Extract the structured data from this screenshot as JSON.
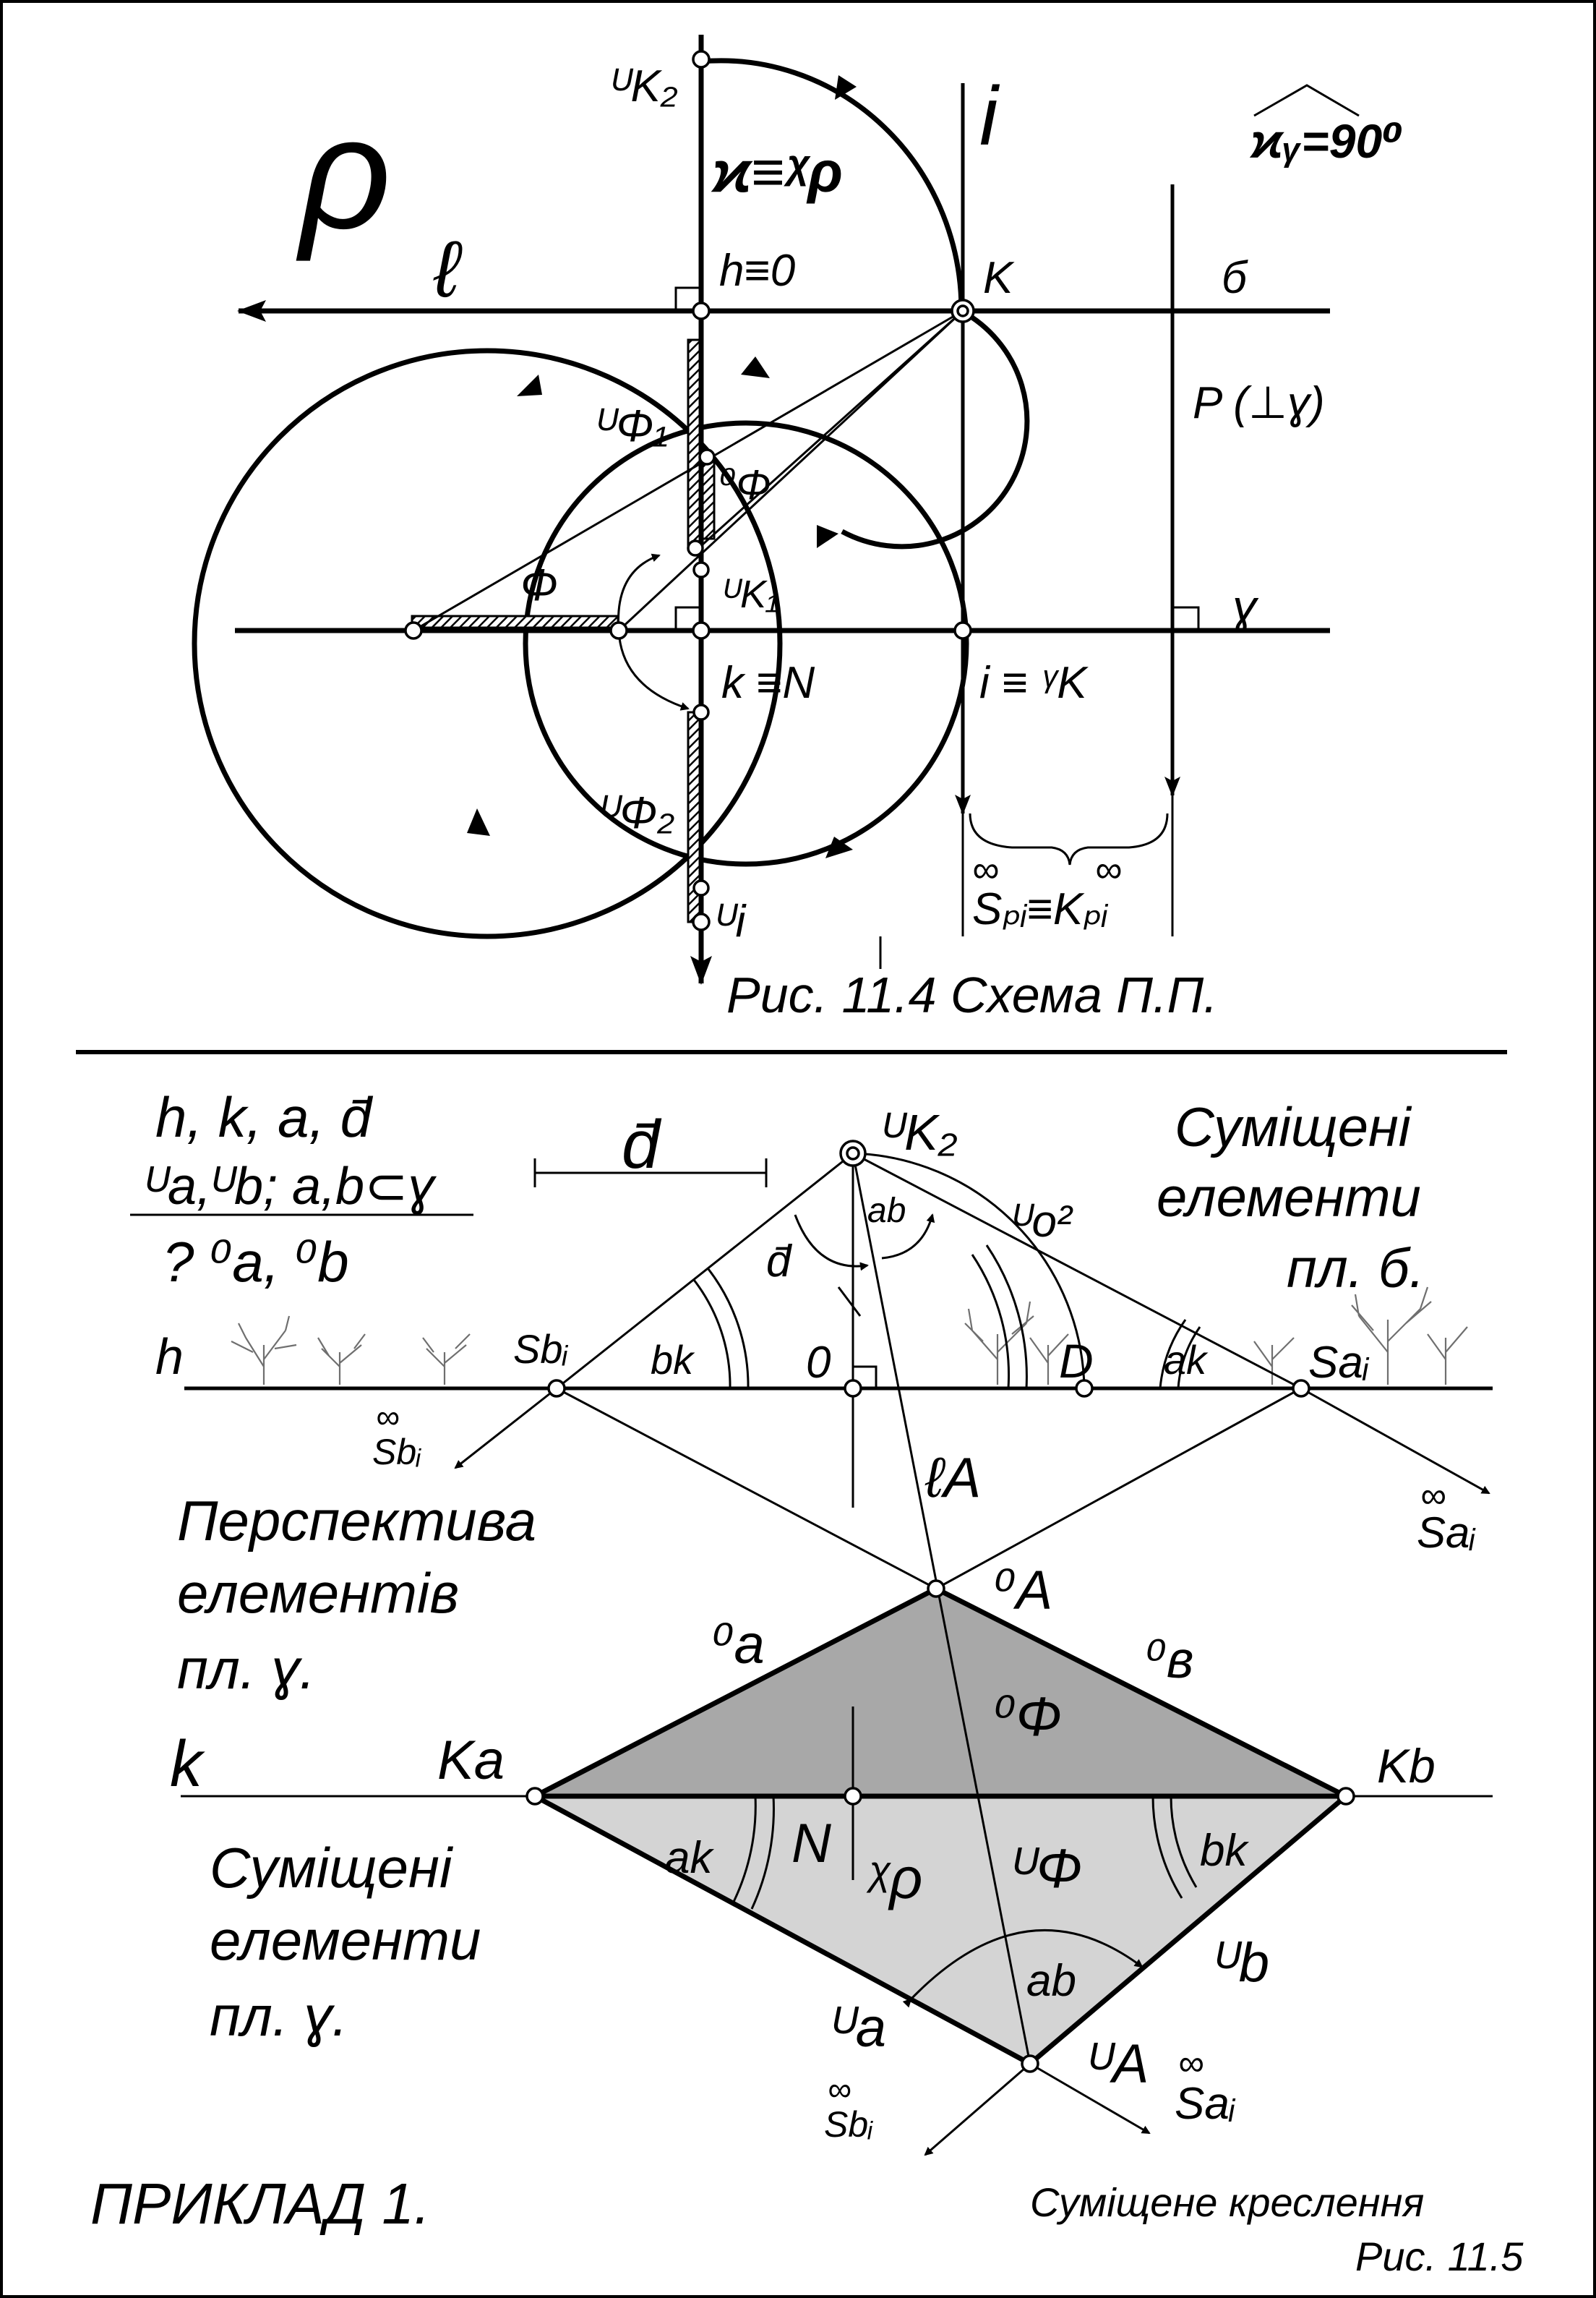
{
  "fig_top": {
    "rho_big": "ρ",
    "l_label": "ℓ",
    "K2": "ᵁK₂",
    "kappa_rho": "ϰ≡ᵡρ",
    "i_label": "i",
    "angle": "ϰᵧ=90⁰",
    "h0": "h≡0",
    "K": "K",
    "b": "б",
    "P": "P (⊥ɣ)",
    "Phi1": "ᵁΦ₁",
    "Phi0": "⁰Φ",
    "Phi": "Φ",
    "K1": "ᵁK₁",
    "gamma": "ɣ",
    "kN": "k ≡N",
    "iK": "i ≡ ᵞK",
    "Phi2": "ᵁΦ₂",
    "ui": "ᵁi",
    "S_K": "Sₚᵢ≡Kₚᵢ",
    "inf": "∞",
    "caption": "Рис. 11.4   Схема  П.П."
  },
  "fig_bottom": {
    "given1": "h, k, a, d̄",
    "given2": "ᵁa,ᵁb; a,b⊂ɣ",
    "given3": "? ⁰a, ⁰b",
    "d_bar": "d̄",
    "K2": "ᵁK₂",
    "combined_b_1": "Суміщені",
    "combined_b_2": "елементи",
    "combined_b_3": "пл. б.",
    "o2": "ᵁo²",
    "ab_hat": "ab",
    "d_small": "d̄",
    "h": "h",
    "Sb": "Sbᵢ",
    "bk": "bk",
    "zero": "0",
    "D": "D",
    "ak": "ak",
    "Sa": "Saᵢ",
    "Sb_inf": "Sbᵢ",
    "lA": "ℓA",
    "Sa_inf": "Saᵢ",
    "persp_1": "Перспектива",
    "persp_2": "елементів",
    "persp_3": "пл. ɣ.",
    "A0": "⁰A",
    "a0": "⁰a",
    "b0": "⁰в",
    "Phi0": "⁰Φ",
    "k": "k",
    "Ka": "Ka",
    "Kb": "Kb",
    "N": "N",
    "kappa_rho": "ᵡρ",
    "Phi_u": "ᵁΦ",
    "combined_g_1": "Суміщені",
    "combined_g_2": "елементи",
    "combined_g_3": "пл.  ɣ.",
    "ua": "ᵁa",
    "ub": "ᵁb",
    "uA": "ᵁA",
    "example": "ПРИКЛАД 1.",
    "drawing": "Суміщене креслення",
    "caption": "Рис. 11.5"
  }
}
